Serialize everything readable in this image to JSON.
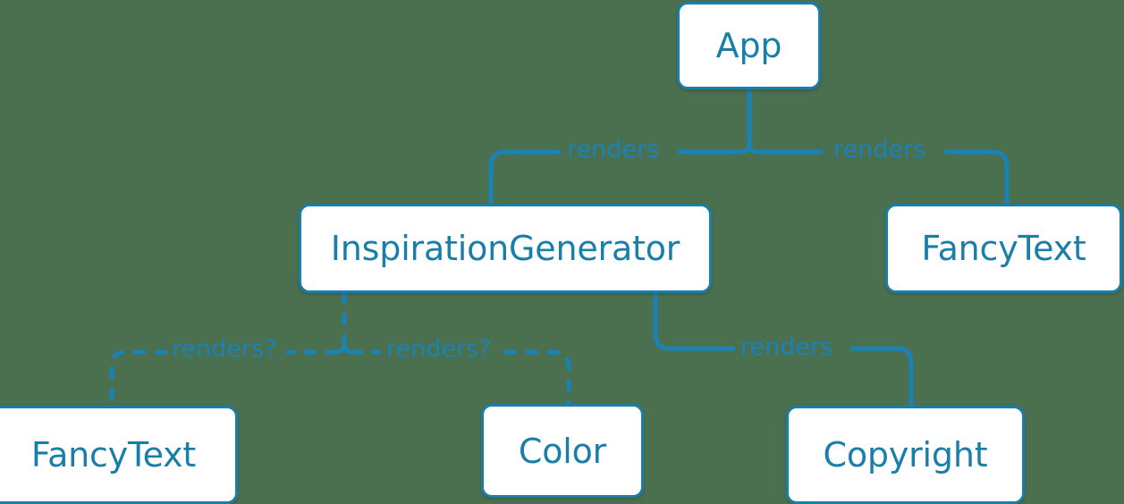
{
  "diagram": {
    "type": "component-tree",
    "background_color": "#4a7050",
    "node_fill": "#ffffff",
    "node_border_color": "#1a7fa8",
    "node_text_color": "#1a7fa8",
    "edge_color": "#1b82b5",
    "edge_label_color": "#1b82b5",
    "nodes": [
      {
        "id": "app",
        "label": "App"
      },
      {
        "id": "inspiration_generator",
        "label": "InspirationGenerator"
      },
      {
        "id": "fancytext_right",
        "label": "FancyText"
      },
      {
        "id": "fancytext_left",
        "label": "FancyText"
      },
      {
        "id": "color",
        "label": "Color"
      },
      {
        "id": "copyright",
        "label": "Copyright"
      }
    ],
    "edges": [
      {
        "id": "e1",
        "from": "app",
        "to": "inspiration_generator",
        "label": "renders",
        "style": "solid"
      },
      {
        "id": "e2",
        "from": "app",
        "to": "fancytext_right",
        "label": "renders",
        "style": "solid"
      },
      {
        "id": "e3",
        "from": "inspiration_generator",
        "to": "copyright",
        "label": "renders",
        "style": "solid"
      },
      {
        "id": "e4",
        "from": "inspiration_generator",
        "to": "fancytext_left",
        "label": "renders?",
        "style": "dashed"
      },
      {
        "id": "e5",
        "from": "inspiration_generator",
        "to": "color",
        "label": "renders?",
        "style": "dashed"
      }
    ]
  }
}
